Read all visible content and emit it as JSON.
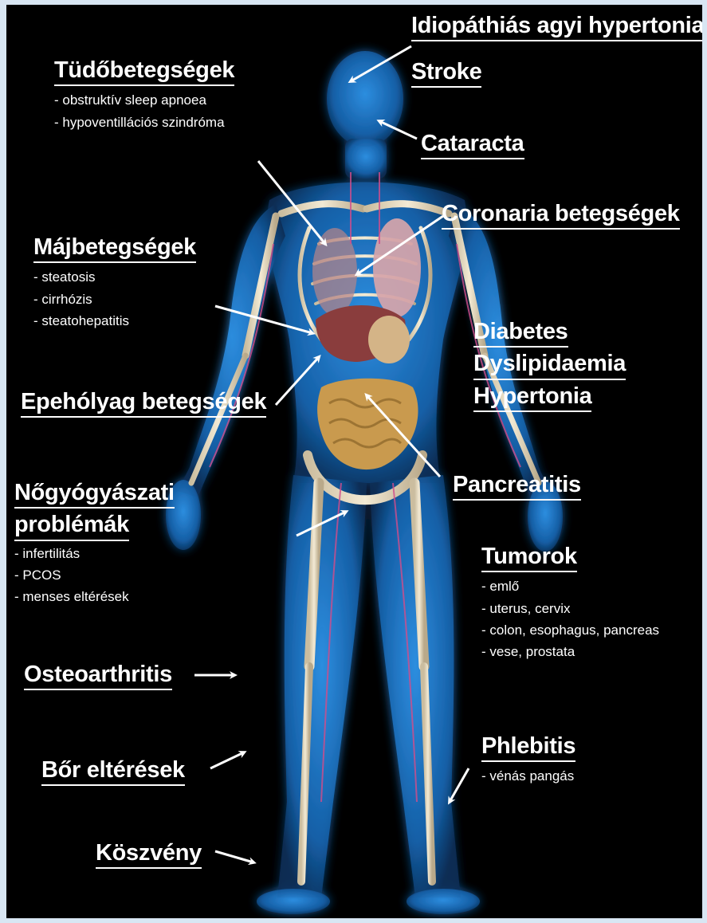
{
  "labels": {
    "idiopathic": "Idiopáthiás agyi hypertonia",
    "stroke": "Stroke",
    "cataracta": "Cataracta",
    "lung": {
      "title": "Tüdőbetegségek",
      "items": [
        "- obstruktív sleep apnoea",
        "- hypoventillációs szindróma"
      ]
    },
    "coronary": "Coronaria betegségek",
    "liver": {
      "title": "Májbetegségek",
      "items": [
        "- steatosis",
        "- cirrhózis",
        "- steatohepatitis"
      ]
    },
    "metabolic": [
      "Diabetes",
      "Dyslipidaemia",
      "Hypertonia"
    ],
    "gallbladder": "Epehólyag betegségek",
    "pancreatitis": "Pancreatitis",
    "gyn": {
      "title_line1": "Nőgyógyászati",
      "title_line2": "problémák",
      "items": [
        "- infertilitás",
        "- PCOS",
        "- menses eltérések"
      ]
    },
    "tumors": {
      "title": "Tumorok",
      "items": [
        "- emlő",
        "- uterus, cervix",
        "- colon, esophagus, pancreas",
        "- vese, prostata"
      ]
    },
    "osteo": "Osteoarthritis",
    "phlebitis": {
      "title": "Phlebitis",
      "items": [
        "- vénás pangás"
      ]
    },
    "skin": "Bőr eltérések",
    "gout": "Köszvény"
  },
  "colors": {
    "background": "#000000",
    "frame": "#d8e6f3",
    "body_glow": "#1f7fd0",
    "bone": "#e9dcc0",
    "liver": "#8a3d3d",
    "lung": "#d7a5aa",
    "intestine": "#c99a4e",
    "arrow": "#ffffff"
  }
}
